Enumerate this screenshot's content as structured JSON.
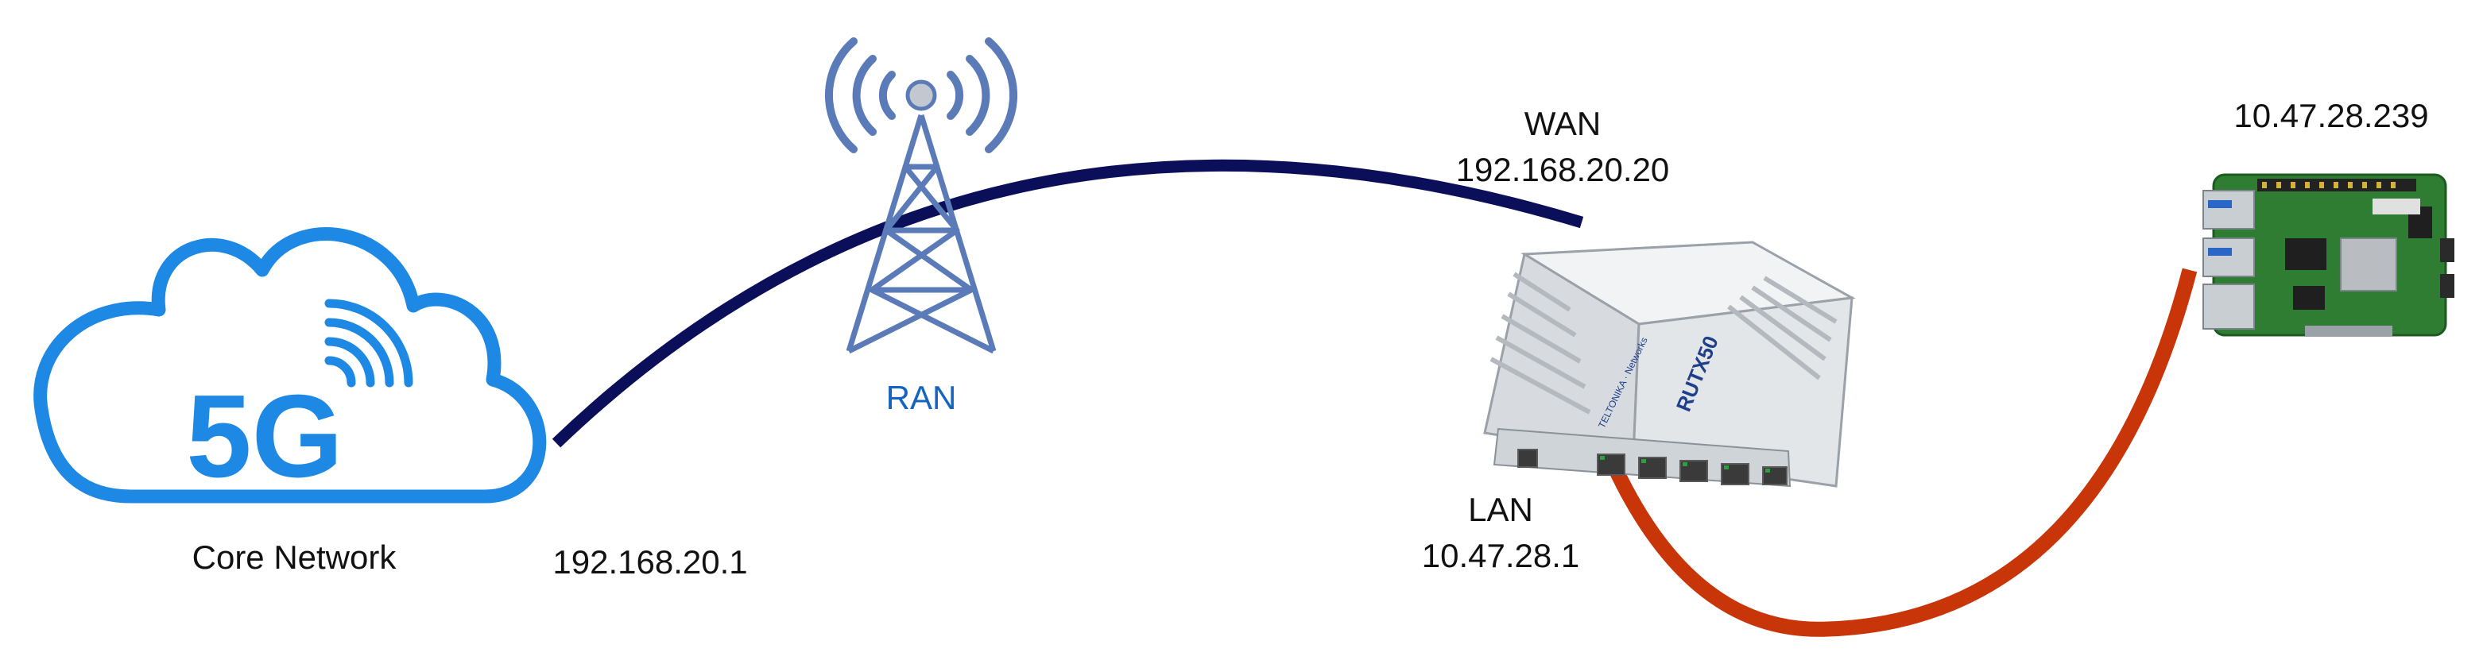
{
  "core": {
    "badge": "5G",
    "label": "Core Network",
    "ip": "192.168.20.1"
  },
  "ran": {
    "label": "RAN"
  },
  "router": {
    "model": "RUTX50",
    "brand": "TELTONIKA · Networks",
    "wan_label": "WAN",
    "wan_ip": "192.168.20.20",
    "lan_label": "LAN",
    "lan_ip": "10.47.28.1"
  },
  "device": {
    "ip": "10.47.28.239"
  },
  "colors": {
    "cloud": "#1e88e5",
    "ran": "#5b7bb8",
    "ran_label": "#1565c0",
    "wan_link": "#0b0f5a",
    "lan_link": "#c83508",
    "router_body": "#e3e6e9",
    "board": "#2f7d32"
  }
}
